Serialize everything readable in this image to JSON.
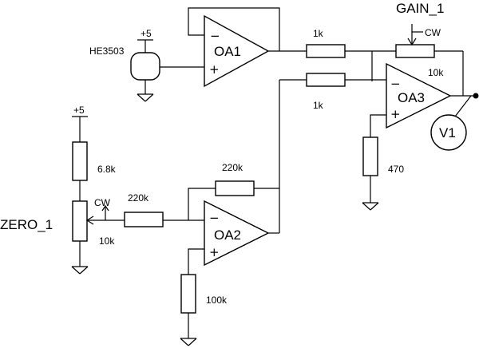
{
  "diagram": {
    "opamps": [
      {
        "label": "OA1",
        "inv": "−",
        "noninv": "+"
      },
      {
        "label": "OA2",
        "inv": "−",
        "noninv": "+"
      },
      {
        "label": "OA3",
        "inv": "−",
        "noninv": "+"
      }
    ],
    "resistors": {
      "r_in1": "1k",
      "r_in2": "1k",
      "r_gain": "10k",
      "r_470": "470",
      "r_6k8": "6.8k",
      "r_zero_pot": "10k",
      "r_220k_in": "220k",
      "r_220k_fb": "220k",
      "r_100k": "100k"
    },
    "pots": [
      {
        "name": "GAIN_1",
        "wiper": "CW"
      },
      {
        "name": "ZERO_1",
        "wiper": "CW"
      }
    ],
    "supplies": [
      "+5",
      "+5"
    ],
    "sensor": "HE3503",
    "meter": "V1"
  }
}
